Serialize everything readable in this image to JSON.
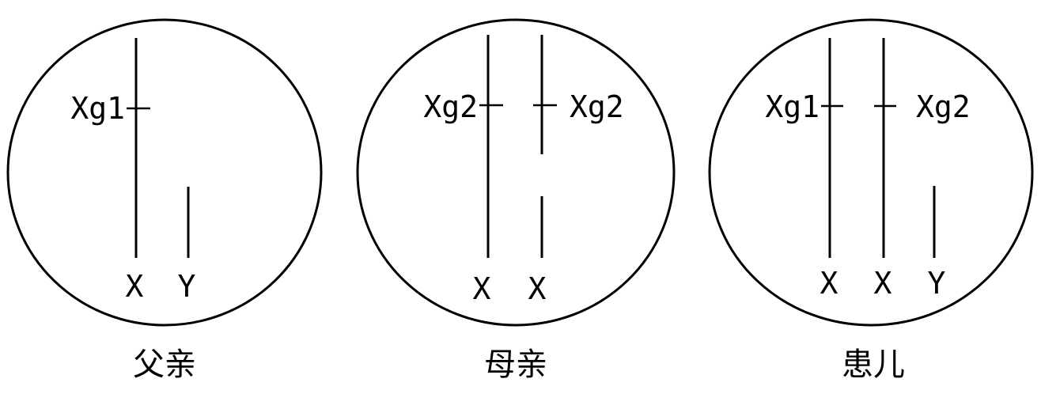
{
  "panels": {
    "father": {
      "caption": "父亲",
      "gene_label": "Xg1",
      "chromosome_labels": [
        "X",
        "Y"
      ]
    },
    "mother": {
      "caption": "母亲",
      "gene_label_left": "Xg2",
      "gene_label_right": "Xg2",
      "chromosome_labels": [
        "X",
        "X"
      ]
    },
    "child": {
      "caption": "患儿",
      "gene_label_left": "Xg1",
      "gene_label_right": "Xg2",
      "chromosome_labels": [
        "X",
        "X",
        "Y"
      ]
    }
  }
}
